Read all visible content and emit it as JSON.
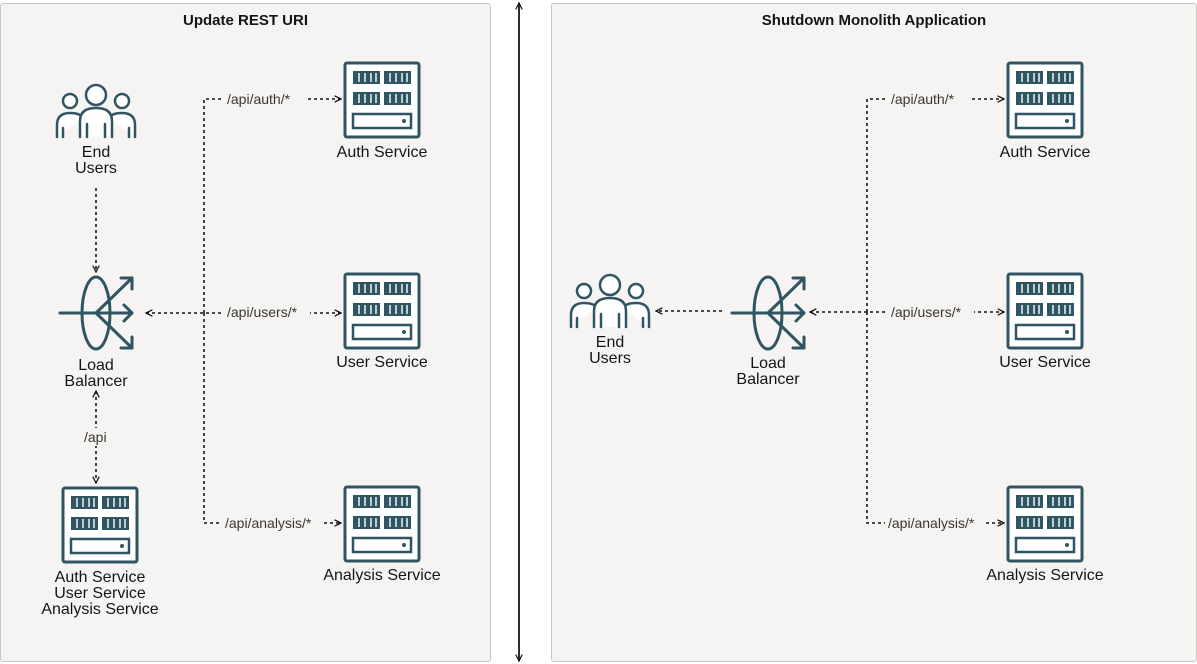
{
  "left_panel": {
    "title": "Update REST URI",
    "end_users": [
      "End",
      "Users"
    ],
    "load_balancer": [
      "Load",
      "Balancer"
    ],
    "path_api": "/api",
    "path_auth": "/api/auth/*",
    "path_users": "/api/users/*",
    "path_analysis": "/api/analysis/*",
    "auth_service": "Auth Service",
    "user_service": "User Service",
    "analysis_service": "Analysis Service",
    "monolith": [
      "Auth Service",
      "User Service",
      "Analysis Service"
    ]
  },
  "right_panel": {
    "title": "Shutdown Monolith Application",
    "end_users": [
      "End",
      "Users"
    ],
    "load_balancer": [
      "Load",
      "Balancer"
    ],
    "path_auth": "/api/auth/*",
    "path_users": "/api/users/*",
    "path_analysis": "/api/analysis/*",
    "auth_service": "Auth Service",
    "user_service": "User Service",
    "analysis_service": "Analysis Service"
  },
  "colors": {
    "icon": "#2f5563",
    "panel_bg": "#f5f4f2",
    "text": "#161513"
  },
  "icons": {
    "users": "users-group-icon",
    "load_balancer": "load-balancer-icon",
    "server": "server-icon"
  }
}
